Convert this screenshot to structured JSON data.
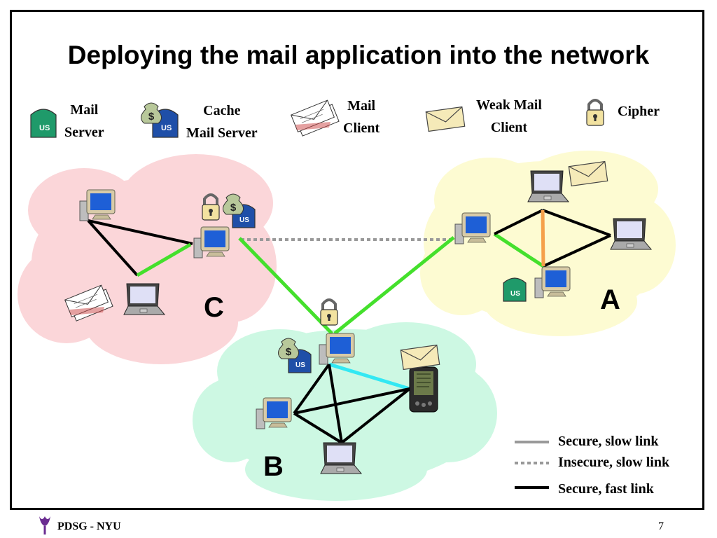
{
  "title": "Deploying the mail application into the network",
  "legend_icons": {
    "mail_server": [
      "Mail",
      "Server"
    ],
    "cache_mail_server": [
      "Cache",
      "Mail Server"
    ],
    "mail_client": [
      "Mail",
      "Client"
    ],
    "weak_mail_client": [
      "Weak Mail",
      "Client"
    ],
    "cipher": "Cipher"
  },
  "regions": {
    "a": "A",
    "b": "B",
    "c": "C"
  },
  "link_legend": {
    "secure_slow": "Secure, slow link",
    "insecure_slow": "Insecure, slow link",
    "secure_fast": "Secure, fast link"
  },
  "colors": {
    "cloud_c": "#fbd6d9",
    "cloud_a": "#fdfbd2",
    "cloud_b": "#cdf8e3",
    "green_link": "#44e02c",
    "orange_link": "#f5a04a",
    "cyan_link": "#33e8f3",
    "gray_link": "#999999"
  },
  "footer": {
    "text": "PDSG - NYU",
    "page": "7",
    "logo_icon": "torch-icon"
  }
}
